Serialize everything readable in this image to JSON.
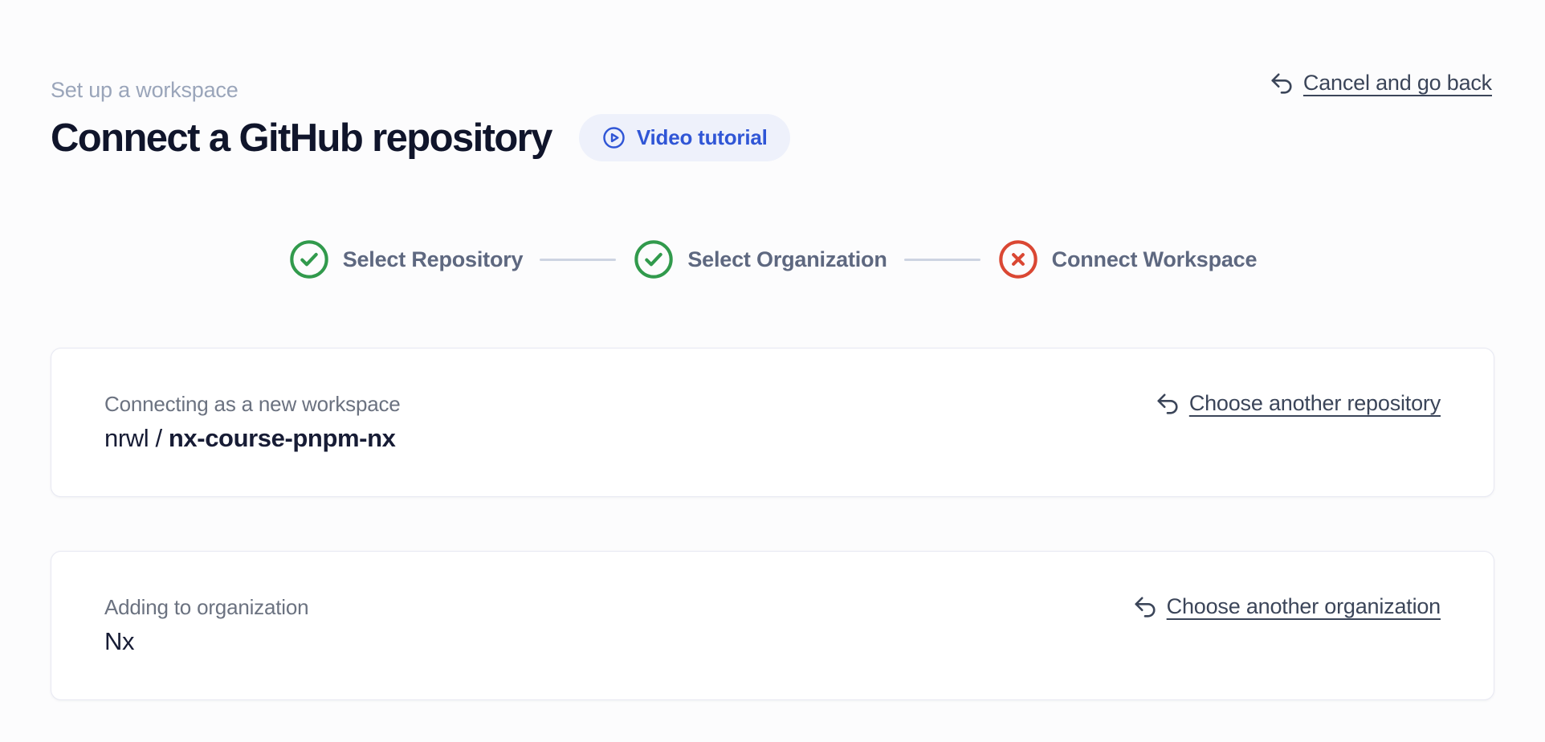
{
  "header": {
    "eyebrow": "Set up a workspace",
    "title": "Connect a GitHub repository",
    "video_button": {
      "label": "Video tutorial",
      "icon": "play-circle-icon"
    },
    "cancel_link": {
      "label": "Cancel and go back",
      "icon": "undo-arrow-icon"
    }
  },
  "stepper": {
    "steps": [
      {
        "label": "Select Repository",
        "status": "complete",
        "icon": "check-circle-icon"
      },
      {
        "label": "Select Organization",
        "status": "complete",
        "icon": "check-circle-icon"
      },
      {
        "label": "Connect Workspace",
        "status": "error",
        "icon": "x-circle-icon"
      }
    ]
  },
  "cards": [
    {
      "label": "Connecting as a new workspace",
      "value": {
        "prefix": "nrwl / ",
        "emphasis": "nx-course-pnpm-nx"
      },
      "action_label": "Choose another repository",
      "action_icon": "undo-arrow-icon"
    },
    {
      "label": "Adding to organization",
      "value": {
        "prefix": "Nx",
        "emphasis": ""
      },
      "action_label": "Choose another organization",
      "action_icon": "undo-arrow-icon"
    }
  ],
  "colors": {
    "accent_blue": "#3056d6",
    "pill_background": "#eef1fb",
    "success_green": "#319a4c",
    "error_red": "#da4733",
    "link_text": "#3b4559",
    "eyebrow_text": "#9aa5ba",
    "heading_text": "#10152b",
    "muted_text": "#6b7280",
    "value_text": "#171c35",
    "connector_line": "#cdd4e2",
    "card_border": "#e7e8f2",
    "page_background": "#fcfcfd"
  }
}
